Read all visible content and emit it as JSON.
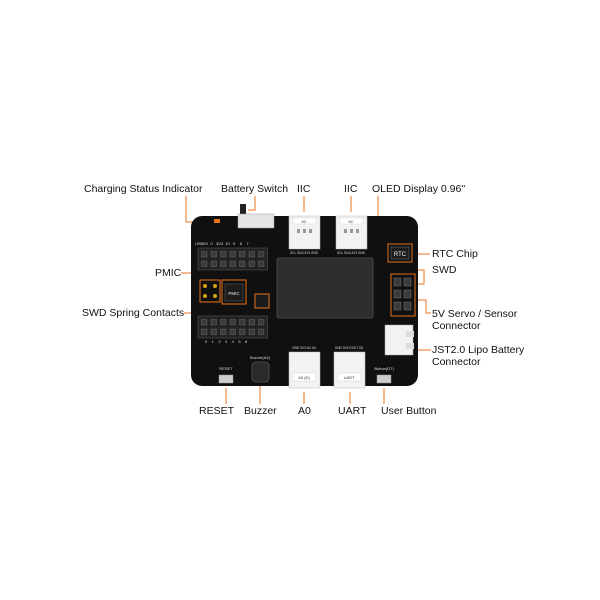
{
  "labels": {
    "charging_status": "Charging Status Indicator",
    "battery_switch": "Battery Switch",
    "iic_1": "IIC",
    "iic_2": "IIC",
    "oled_display": "OLED Display 0.96''",
    "rtc_chip": "RTC Chip",
    "pmic": "PMIC",
    "swd": "SWD",
    "swd_spring": "SWD Spring Contacts",
    "servo_connector": "5V Servo / Sensor Connector",
    "jst_battery": "JST2.0 Lipo Battery Connector",
    "reset": "RESET",
    "buzzer": "Buzzer",
    "a0": "A0",
    "uart": "UART",
    "user_button": "User Button"
  },
  "silkscreen": {
    "header_top": "USB5V  0   3V3  10   9    8    7",
    "header_bottom": "0    1    2    3    4    5    6",
    "pmic_chip": "PMIC",
    "rtc_chip": "RTC",
    "reset": "RESET",
    "buzzer": "Buzzer(A3)",
    "user_button": "Button(D7)",
    "iic_left": "IIC",
    "iic_right": "IIC",
    "iic_pins": "SCL  SDA  3V3  GND",
    "a0_port": "A0 (D)",
    "a0_pins": "GND 3V3 NC A0",
    "uart_port": "UART",
    "uart_pins": "GND 3V3 RXD TXD"
  },
  "colors": {
    "board": "#101010",
    "accent": "#e8731c",
    "connector": "#f2f2f2",
    "oled": "#2e2e2e"
  }
}
